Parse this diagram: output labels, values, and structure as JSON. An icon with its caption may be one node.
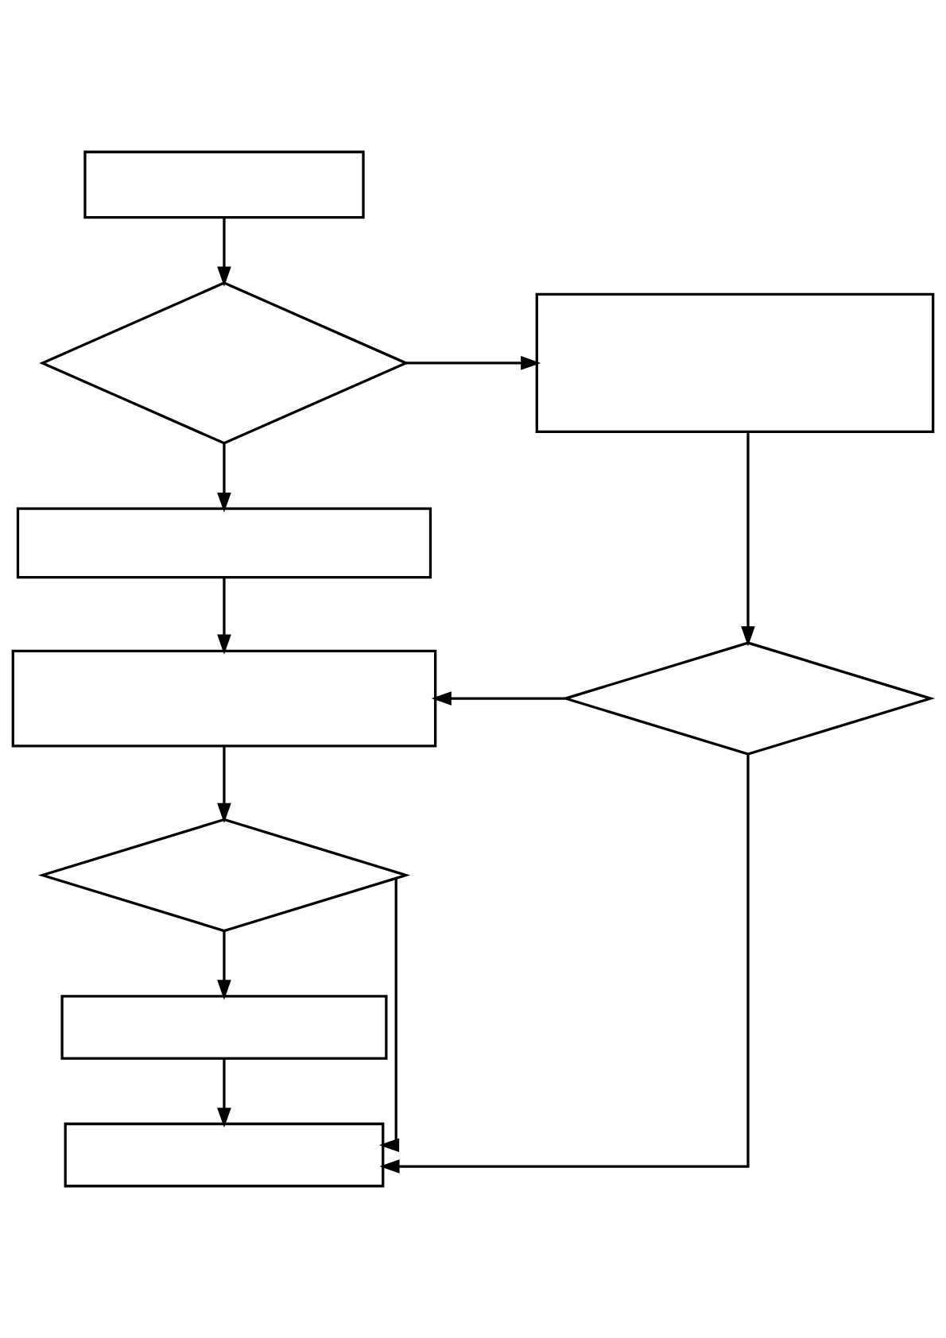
{
  "diagram": {
    "nodes": [
      {
        "text": [],
        "shape": "box"
      },
      {
        "text": [],
        "shape": "diamond"
      },
      {
        "text": [],
        "shape": "box"
      },
      {
        "text": [],
        "shape": "box"
      },
      {
        "text": [],
        "shape": "box"
      },
      {
        "text": [],
        "shape": "diamond"
      },
      {
        "text": [],
        "shape": "diamond"
      },
      {
        "text": [],
        "shape": "box"
      },
      {
        "text": [],
        "shape": "box"
      }
    ],
    "edges": [
      {
        "from": 0,
        "to": 1,
        "arrow": "to"
      },
      {
        "from": 1,
        "to": 2,
        "arrow": "to"
      },
      {
        "from": 1,
        "to": 3,
        "arrow": "to"
      },
      {
        "from": 2,
        "to": 5,
        "arrow": "to"
      },
      {
        "from": 3,
        "to": 4,
        "arrow": "to"
      },
      {
        "from": 5,
        "to": 4,
        "arrow": "to"
      },
      {
        "from": 4,
        "to": 6,
        "arrow": "to"
      },
      {
        "from": 6,
        "to": 7,
        "arrow": "to"
      },
      {
        "from": 7,
        "to": 8,
        "arrow": "to"
      },
      {
        "from": 6,
        "to": 8,
        "arrow": "to"
      },
      {
        "from": 5,
        "to": 8,
        "arrow": "to"
      }
    ]
  }
}
